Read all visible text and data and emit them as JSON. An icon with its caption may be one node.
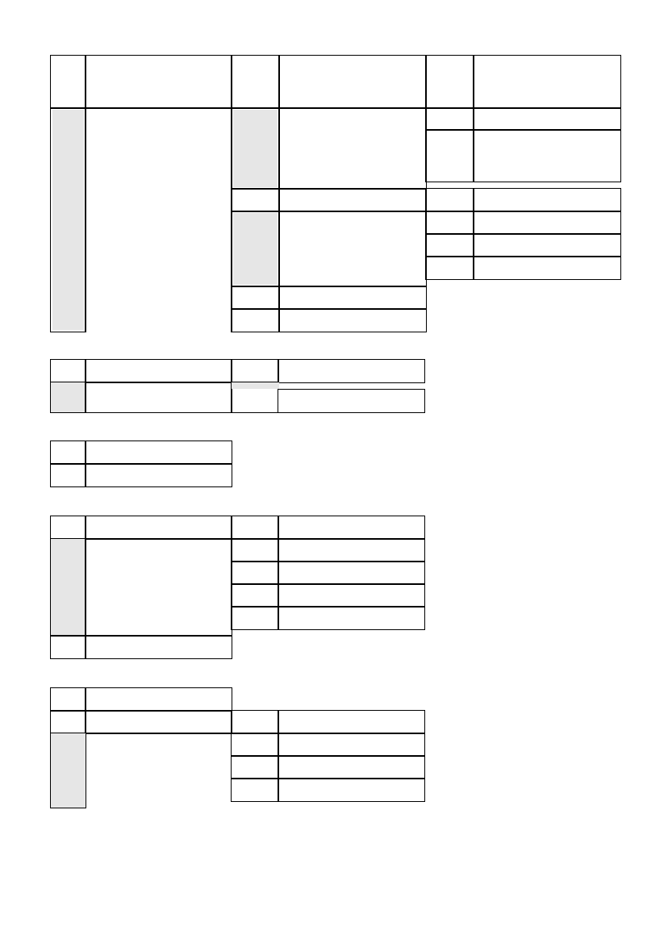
{
  "diagram": {
    "nodes": [
      {
        "text": [],
        "shape": "box"
      },
      {
        "text": [],
        "shape": "box"
      },
      {
        "text": [],
        "shape": "box"
      },
      {
        "text": [],
        "shape": "box"
      },
      {
        "text": [],
        "shape": "box"
      },
      {
        "text": [],
        "shape": "box"
      },
      {
        "text": [],
        "shape": "box"
      },
      {
        "text": [],
        "shape": "box"
      },
      {
        "text": [],
        "shape": "box"
      },
      {
        "text": [],
        "shape": "box"
      },
      {
        "text": [],
        "shape": "box"
      },
      {
        "text": [],
        "shape": "box"
      },
      {
        "text": [],
        "shape": "box"
      },
      {
        "text": [],
        "shape": "box"
      },
      {
        "text": [],
        "shape": "box"
      },
      {
        "text": [],
        "shape": "box"
      },
      {
        "text": [],
        "shape": "box"
      },
      {
        "text": [],
        "shape": "box"
      },
      {
        "text": [],
        "shape": "box"
      },
      {
        "text": [],
        "shape": "box"
      },
      {
        "text": [],
        "shape": "box"
      },
      {
        "text": [],
        "shape": "box"
      },
      {
        "text": [],
        "shape": "box"
      },
      {
        "text": [],
        "shape": "box"
      },
      {
        "text": [],
        "shape": "box"
      },
      {
        "text": [],
        "shape": "box"
      },
      {
        "text": [],
        "shape": "box"
      },
      {
        "text": [],
        "shape": "box"
      },
      {
        "text": [],
        "shape": "box"
      },
      {
        "text": [],
        "shape": "box"
      },
      {
        "text": [],
        "shape": "box"
      },
      {
        "text": [],
        "shape": "box"
      },
      {
        "text": [],
        "shape": "box"
      },
      {
        "text": [],
        "shape": "box"
      },
      {
        "text": [],
        "shape": "box"
      },
      {
        "text": [],
        "shape": "box"
      },
      {
        "text": [],
        "shape": "box"
      },
      {
        "text": [],
        "shape": "box"
      },
      {
        "text": [],
        "shape": "box"
      },
      {
        "text": [],
        "shape": "box"
      },
      {
        "text": [],
        "shape": "box"
      },
      {
        "text": [],
        "shape": "box"
      },
      {
        "text": [],
        "shape": "box"
      },
      {
        "text": [],
        "shape": "box"
      },
      {
        "text": [],
        "shape": "box"
      },
      {
        "text": [],
        "shape": "box"
      },
      {
        "text": [],
        "shape": "box"
      },
      {
        "text": [],
        "shape": "box"
      },
      {
        "text": [],
        "shape": "box"
      },
      {
        "text": [],
        "shape": "box"
      },
      {
        "text": [],
        "shape": "box"
      },
      {
        "text": [],
        "shape": "box"
      },
      {
        "text": [],
        "shape": "box"
      },
      {
        "text": [],
        "shape": "box"
      },
      {
        "text": [],
        "shape": "box"
      },
      {
        "text": [],
        "shape": "box"
      },
      {
        "text": [],
        "shape": "box"
      },
      {
        "text": [],
        "shape": "box"
      },
      {
        "text": [],
        "shape": "box"
      },
      {
        "text": [],
        "shape": "box"
      },
      {
        "text": [],
        "shape": "box"
      },
      {
        "text": [],
        "shape": "box"
      },
      {
        "text": [],
        "shape": "box"
      },
      {
        "text": [],
        "shape": "box"
      },
      {
        "text": [],
        "shape": "box"
      },
      {
        "text": [],
        "shape": "box"
      },
      {
        "text": [],
        "shape": "box"
      },
      {
        "text": [],
        "shape": "box"
      },
      {
        "text": [],
        "shape": "box"
      },
      {
        "text": [],
        "shape": "box"
      },
      {
        "text": [],
        "shape": "box"
      },
      {
        "text": [],
        "shape": "box"
      }
    ]
  }
}
